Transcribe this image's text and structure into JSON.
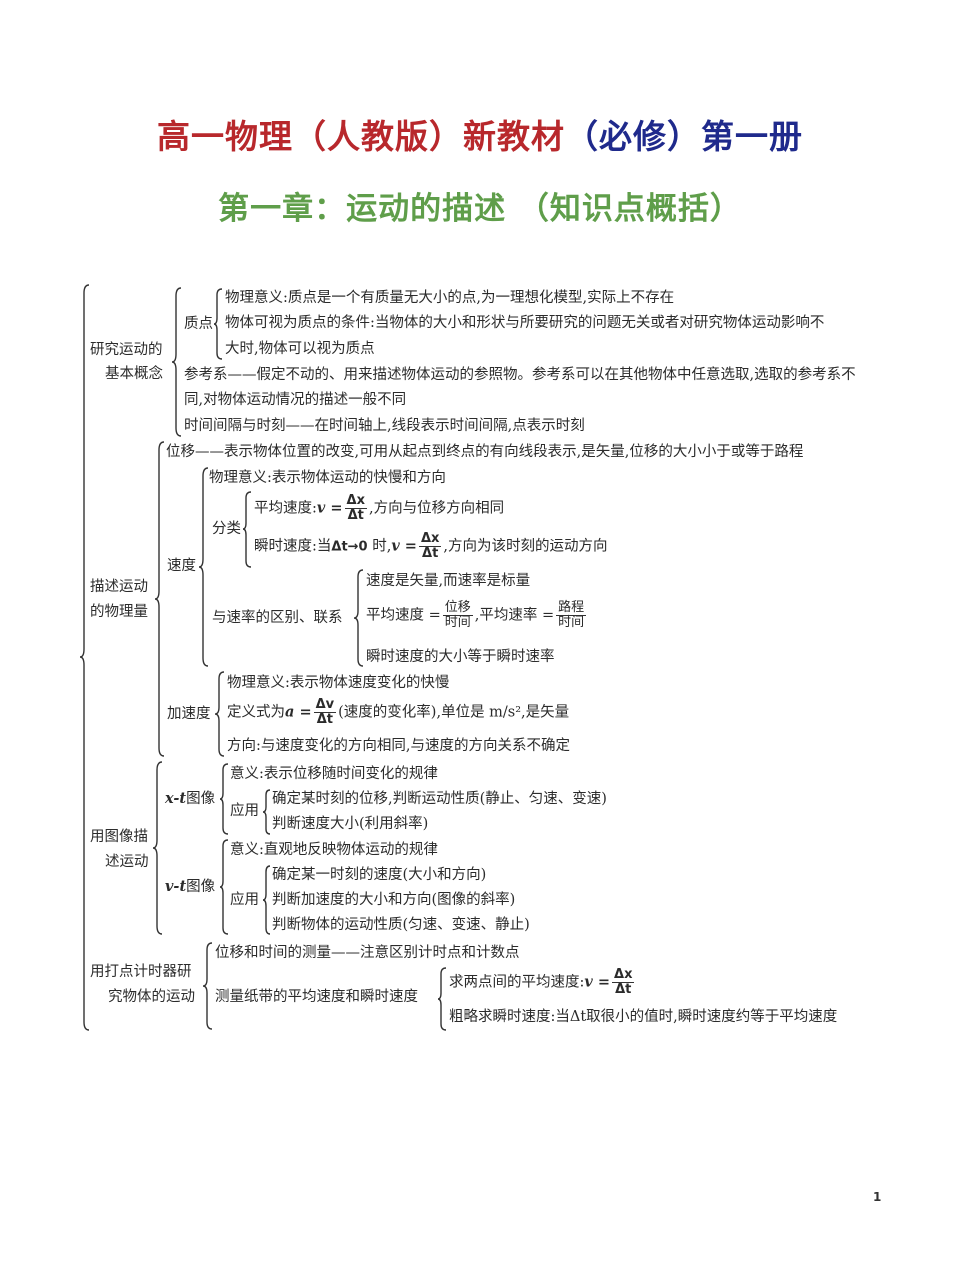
{
  "header": {
    "title_part1": "高一物理（人教版）新教材",
    "title_part2": "（必修）第一册",
    "subtitle": "第一章：运动的描述  （知识点概括）",
    "colors": {
      "title_red": "#b8282c",
      "title_blue": "#1f2a8c",
      "subtitle_green": "#5f9e4a"
    }
  },
  "outline": {
    "s1": {
      "label_line1": "研究运动的",
      "label_line2": "基本概念",
      "zhidian": {
        "label": "质点",
        "items": [
          "物理意义:质点是一个有质量无大小的点,为一理想化模型,实际上不存在",
          "物体可视为质点的条件:当物体的大小和形状与所要研究的问题无关或者对研究物体运动影响不",
          "大时,物体可以视为质点"
        ]
      },
      "cankaoxi_line1": "参考系——假定不动的、用来描述物体运动的参照物。参考系可以在其他物体中任意选取,选取的参考系不",
      "cankaoxi_line2": "同,对物体运动情况的描述一般不同",
      "shijian": "时间间隔与时刻——在时间轴上,线段表示时间间隔,点表示时刻"
    },
    "s2": {
      "label_line1": "描述运动",
      "label_line2": "的物理量",
      "weiyi": "位移——表示物体位置的改变,可用从起点到终点的有向线段表示,是矢量,位移的大小小于或等于路程",
      "sudu": {
        "label": "速度",
        "meaning": "物理意义:表示物体运动的快慢和方向",
        "fenlei": {
          "label": "分类",
          "avg_prefix": "平均速度:",
          "avg_var": "v =",
          "avg_num": "Δx",
          "avg_den": "Δt",
          "avg_suffix": ",方向与位移方向相同",
          "inst_prefix": "瞬时速度:当",
          "inst_cond": "Δt→0",
          "inst_mid": " 时,",
          "inst_var": "v =",
          "inst_num": "Δx",
          "inst_den": "Δt",
          "inst_suffix": ",方向为该时刻的运动方向"
        },
        "sulv": {
          "label": "与速率的区别、联系",
          "item1": "速度是矢量,而速率是标量",
          "item2_a": "平均速度 =",
          "item2_num1": "位移",
          "item2_den1": "时间",
          "item2_b": ",平均速率 =",
          "item2_num2": "路程",
          "item2_den2": "时间",
          "item3": "瞬时速度的大小等于瞬时速率"
        }
      },
      "jiasudu": {
        "label": "加速度",
        "meaning": "物理意义:表示物体速度变化的快慢",
        "def_prefix": "定义式为",
        "def_var": "a =",
        "def_num": "Δv",
        "def_den": "Δt",
        "def_suffix": "(速度的变化率),单位是 m/s²,是矢量",
        "direction": "方向:与速度变化的方向相同,与速度的方向关系不确定"
      }
    },
    "s3": {
      "label_line1": "用图像描",
      "label_line2": "述运动",
      "xt": {
        "label_var": "x-t",
        "label_rest": "图像",
        "meaning": "意义:表示位移随时间变化的规律",
        "app_label": "应用",
        "apps": [
          "确定某时刻的位移,判断运动性质(静止、匀速、变速)",
          "判断速度大小(利用斜率)"
        ]
      },
      "vt": {
        "label_var": "v-t",
        "label_rest": "图像",
        "meaning": "意义:直观地反映物体运动的规律",
        "app_label": "应用",
        "apps": [
          "确定某一时刻的速度(大小和方向)",
          "判断加速度的大小和方向(图像的斜率)",
          "判断物体的运动性质(匀速、变速、静止)"
        ]
      }
    },
    "s4": {
      "label_line1": "用打点计时器研",
      "label_line2": "究物体的运动",
      "item1": "位移和时间的测量——注意区别计时点和计数点",
      "item2_label": "测量纸带的平均速度和瞬时速度",
      "sub1_prefix": "求两点间的平均速度:",
      "sub1_var": "v =",
      "sub1_num": "Δx",
      "sub1_den": "Δt",
      "sub2": "粗略求瞬时速度:当Δt取很小的值时,瞬时速度约等于平均速度"
    }
  },
  "footer": {
    "page_number": "1"
  }
}
